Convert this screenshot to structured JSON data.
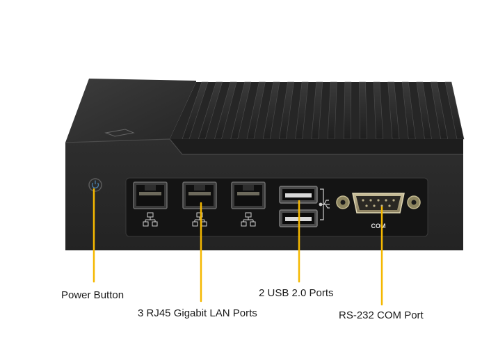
{
  "callouts": {
    "power_button": "Power Button",
    "lan_ports": "3 RJ45 Gigabit LAN Ports",
    "usb_ports": "2 USB 2.0 Ports",
    "com_port": "RS-232 COM Port"
  },
  "panel": {
    "com_label": "COM"
  },
  "colors": {
    "callout_line": "#f5b800",
    "chassis": "#2a2a2a",
    "panel": "#161616"
  },
  "icons": [
    "power-icon",
    "network-icon",
    "usb-icon"
  ]
}
